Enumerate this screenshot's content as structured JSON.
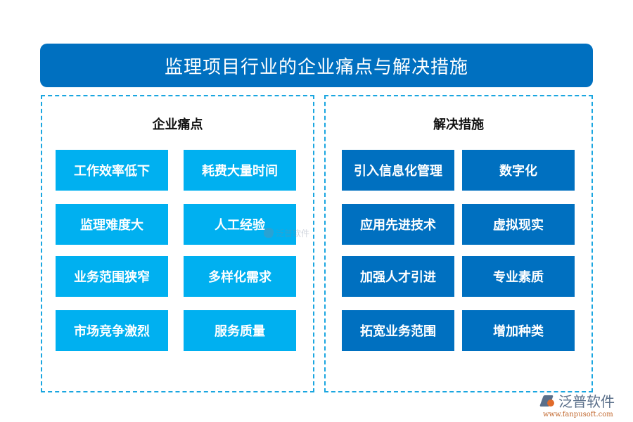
{
  "title": "监理项目行业的企业痛点与解决措施",
  "pain_points": {
    "heading": "企业痛点",
    "items": [
      "工作效率低下",
      "耗费大量时间",
      "监理难度大",
      "人工经验",
      "业务范围狭窄",
      "多样化需求",
      "市场竞争激烈",
      "服务质量"
    ]
  },
  "solutions": {
    "heading": "解决措施",
    "items": [
      "引入信息化管理",
      "数字化",
      "应用先进技术",
      "虚拟现实",
      "加强人才引进",
      "专业素质",
      "拓宽业务范围",
      "增加种类"
    ]
  },
  "colors": {
    "title_bg": "#0070c0",
    "pain_box": "#00b0f0",
    "solution_box": "#0070c0",
    "dashed_border": "#1aa6e0"
  },
  "watermark": {
    "center_text": "泛普软件",
    "brand_name": "泛普软件",
    "brand_url": "www.fanpusoft.com"
  }
}
